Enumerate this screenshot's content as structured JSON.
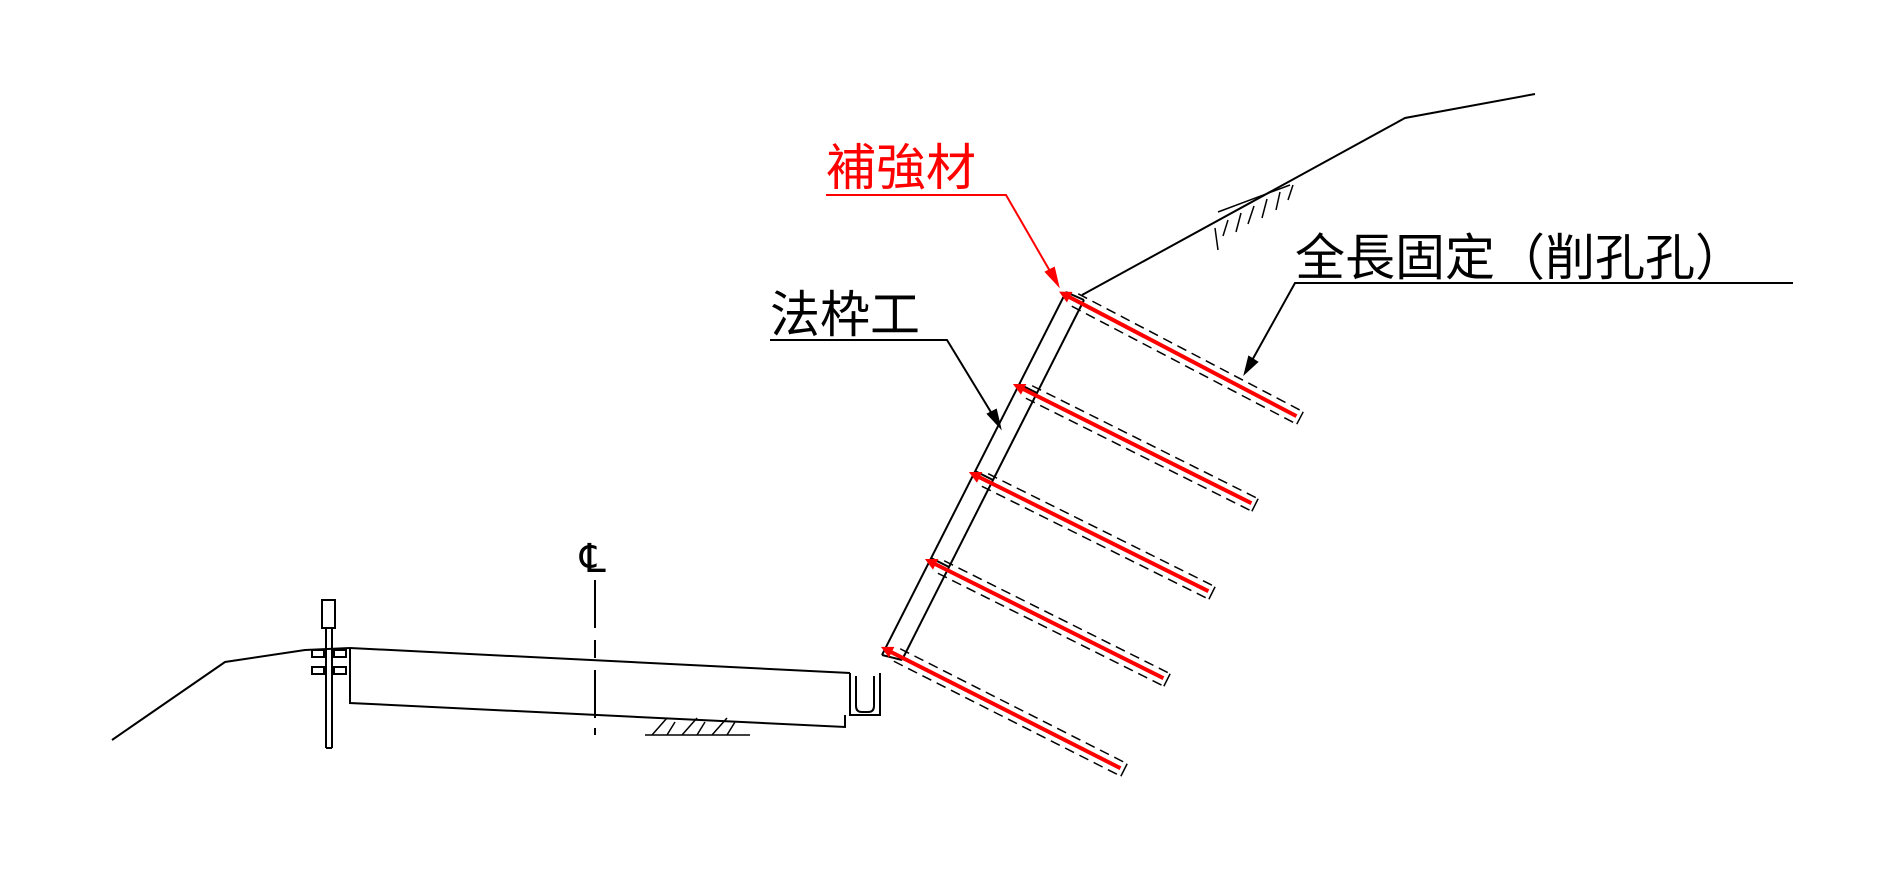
{
  "labels": {
    "reinforcement": "補強材",
    "frame": "法枠工",
    "full_length": "全長固定（削孔孔）",
    "centerline": "℄"
  },
  "colors": {
    "line": "#000000",
    "accent": "#ff0000",
    "background": "#ffffff"
  }
}
